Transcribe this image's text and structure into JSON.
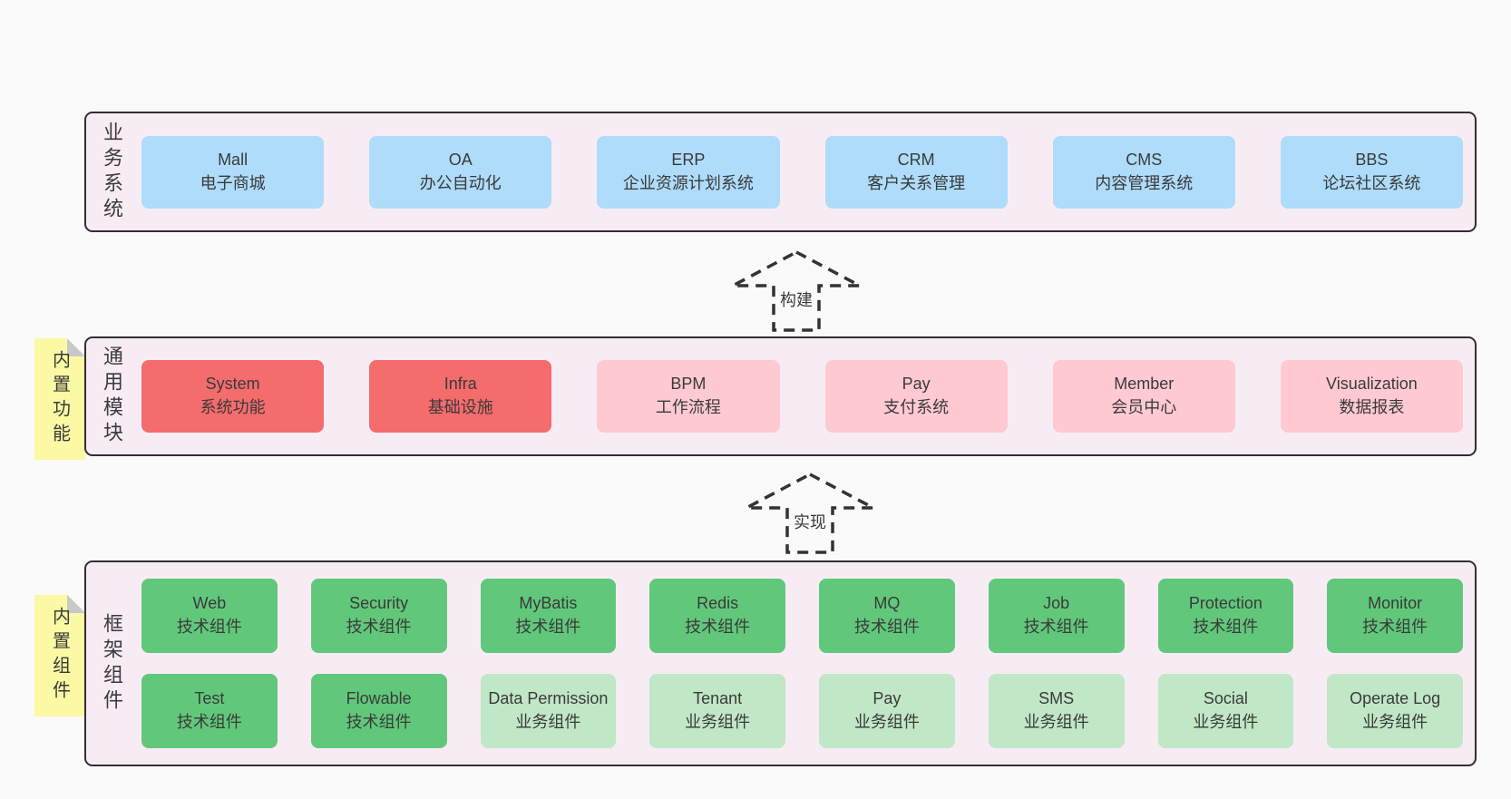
{
  "colors": {
    "page-bg": "#fafafa",
    "panel-bg": "#f8ecf4",
    "panel-border": "#303030",
    "card-blue": "#aedcfa",
    "card-red": "#f56c6c",
    "card-pink": "#ffc9d2",
    "card-green": "#61c87b",
    "card-light-green": "#c0e7c6",
    "note-yellow": "#fbf9a3",
    "note-fold": "#c8c8c8",
    "text": "#3b3b3b",
    "arrow": "#333333"
  },
  "layers": [
    {
      "label": "业务系统",
      "items": [
        {
          "title": "Mall",
          "subtitle": "电子商城"
        },
        {
          "title": "OA",
          "subtitle": "办公自动化"
        },
        {
          "title": "ERP",
          "subtitle": "企业资源计划系统"
        },
        {
          "title": "CRM",
          "subtitle": "客户关系管理"
        },
        {
          "title": "CMS",
          "subtitle": "内容管理系统"
        },
        {
          "title": "BBS",
          "subtitle": "论坛社区系统"
        }
      ]
    },
    {
      "label": "通用模块",
      "note": "内置功能",
      "items": [
        {
          "title": "System",
          "subtitle": "系统功能"
        },
        {
          "title": "Infra",
          "subtitle": "基础设施"
        },
        {
          "title": "BPM",
          "subtitle": "工作流程"
        },
        {
          "title": "Pay",
          "subtitle": "支付系统"
        },
        {
          "title": "Member",
          "subtitle": "会员中心"
        },
        {
          "title": "Visualization",
          "subtitle": "数据报表"
        }
      ]
    },
    {
      "label": "框架组件",
      "note": "内置组件",
      "items": [
        {
          "title": "Web",
          "subtitle": "技术组件"
        },
        {
          "title": "Security",
          "subtitle": "技术组件"
        },
        {
          "title": "MyBatis",
          "subtitle": "技术组件"
        },
        {
          "title": "Redis",
          "subtitle": "技术组件"
        },
        {
          "title": "MQ",
          "subtitle": "技术组件"
        },
        {
          "title": "Job",
          "subtitle": "技术组件"
        },
        {
          "title": "Protection",
          "subtitle": "技术组件"
        },
        {
          "title": "Monitor",
          "subtitle": "技术组件"
        }
      ],
      "items2": [
        {
          "title": "Test",
          "subtitle": "技术组件"
        },
        {
          "title": "Flowable",
          "subtitle": "技术组件"
        },
        {
          "title": "Data Permission",
          "subtitle": "业务组件"
        },
        {
          "title": "Tenant",
          "subtitle": "业务组件"
        },
        {
          "title": "Pay",
          "subtitle": "业务组件"
        },
        {
          "title": "SMS",
          "subtitle": "业务组件"
        },
        {
          "title": "Social",
          "subtitle": "业务组件"
        },
        {
          "title": "Operate Log",
          "subtitle": "业务组件"
        }
      ]
    }
  ],
  "arrows": [
    {
      "label": "构建"
    },
    {
      "label": "实现"
    }
  ]
}
